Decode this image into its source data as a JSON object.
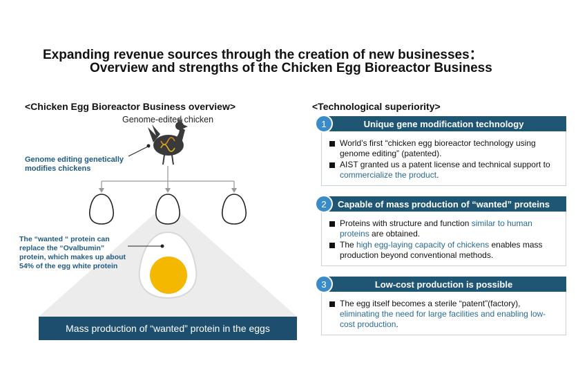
{
  "title_line1": "Expanding revenue sources through the creation of new businesses：",
  "title_line2": "Overview and strengths of the Chicken Egg Bioreactor Business",
  "overview": {
    "heading": "<Chicken Egg Bioreactor Business overview>",
    "chicken_label": "Genome-edited chicken",
    "edit_note": "Genome editing genetically modifies chickens",
    "protein_note": "The “wanted “ protein can replace the “Ovalbumin” protein, which makes up about 54% of the egg white protein",
    "banner": "Mass production of “wanted” protein in the eggs",
    "dna_icon": "dna-icon",
    "colors": {
      "navy": "#1e4e6e",
      "yolk": "#f5b800",
      "cone": "#ececec"
    }
  },
  "tech": {
    "heading": "<Technological superiority>",
    "cards": [
      {
        "num": "1",
        "title": "Unique gene modification technology",
        "items": [
          {
            "a": "World’s first “chicken egg bioreactor technology using genome editing” (patented).",
            "hl": "",
            "b": ""
          },
          {
            "a": "AIST granted us a patent license and technical support to ",
            "hl": "commercialize the product",
            "b": "."
          }
        ]
      },
      {
        "num": "2",
        "title": "Capable of mass production of “wanted” proteins",
        "items": [
          {
            "a": "Proteins with structure and function ",
            "hl": "similar to human proteins",
            "b": " are obtained."
          },
          {
            "a": "The ",
            "hl": "high egg-laying capacity of chickens",
            "b": " enables mass production beyond conventional methods."
          }
        ]
      },
      {
        "num": "3",
        "title": "Low-cost production is possible",
        "items": [
          {
            "a": "The egg itself becomes a sterile “patent”(factory), ",
            "hl": "eliminating the need for large facilities and enabling low-cost production",
            "b": "."
          }
        ]
      }
    ]
  }
}
